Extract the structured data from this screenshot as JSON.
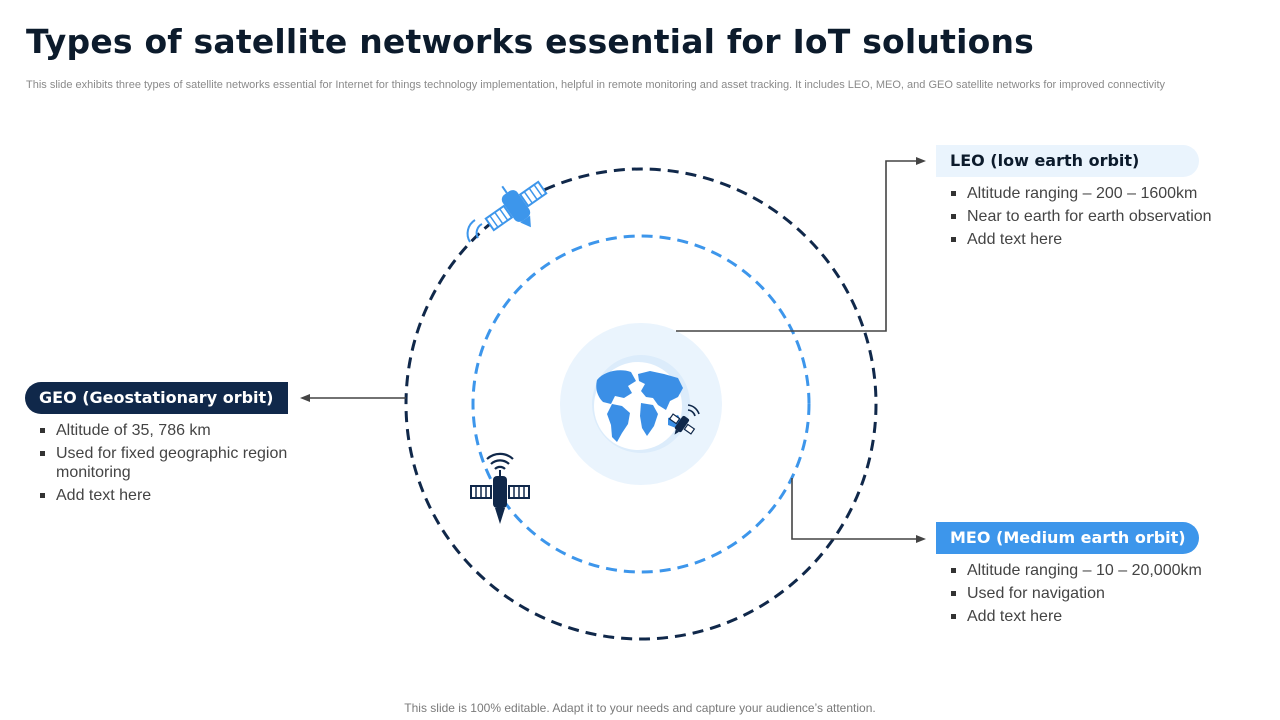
{
  "title": "Types of satellite networks essential for IoT solutions",
  "subtitle": "This slide exhibits three types of satellite networks essential for Internet for things technology implementation, helpful in remote monitoring and asset tracking. It includes LEO, MEO,  and GEO satellite networks for improved connectivity",
  "geo": {
    "label": "GEO (Geostationary orbit)",
    "items": [
      "Altitude of 35, 786 km",
      "Used for fixed geographic region monitoring",
      "Add text here"
    ]
  },
  "leo": {
    "label": "LEO (low earth orbit)",
    "items": [
      "Altitude ranging – 200 – 1600km",
      "Near to earth for earth observation",
      "Add text here"
    ]
  },
  "meo": {
    "label": "MEO (Medium earth orbit)",
    "items": [
      "Altitude ranging – 10 – 20,000km",
      "Used for navigation",
      "Add text here"
    ]
  },
  "footer": "This slide is 100% editable. Adapt it to your needs and capture your audience’s attention.",
  "colors": {
    "dark_navy": "#10284a",
    "accent_blue": "#3d96eb",
    "light_blue": "#eaf4fd",
    "globe_blue": "#3b8fe6"
  },
  "icons": [
    "satellite-icon",
    "globe-icon",
    "signal-icon"
  ]
}
